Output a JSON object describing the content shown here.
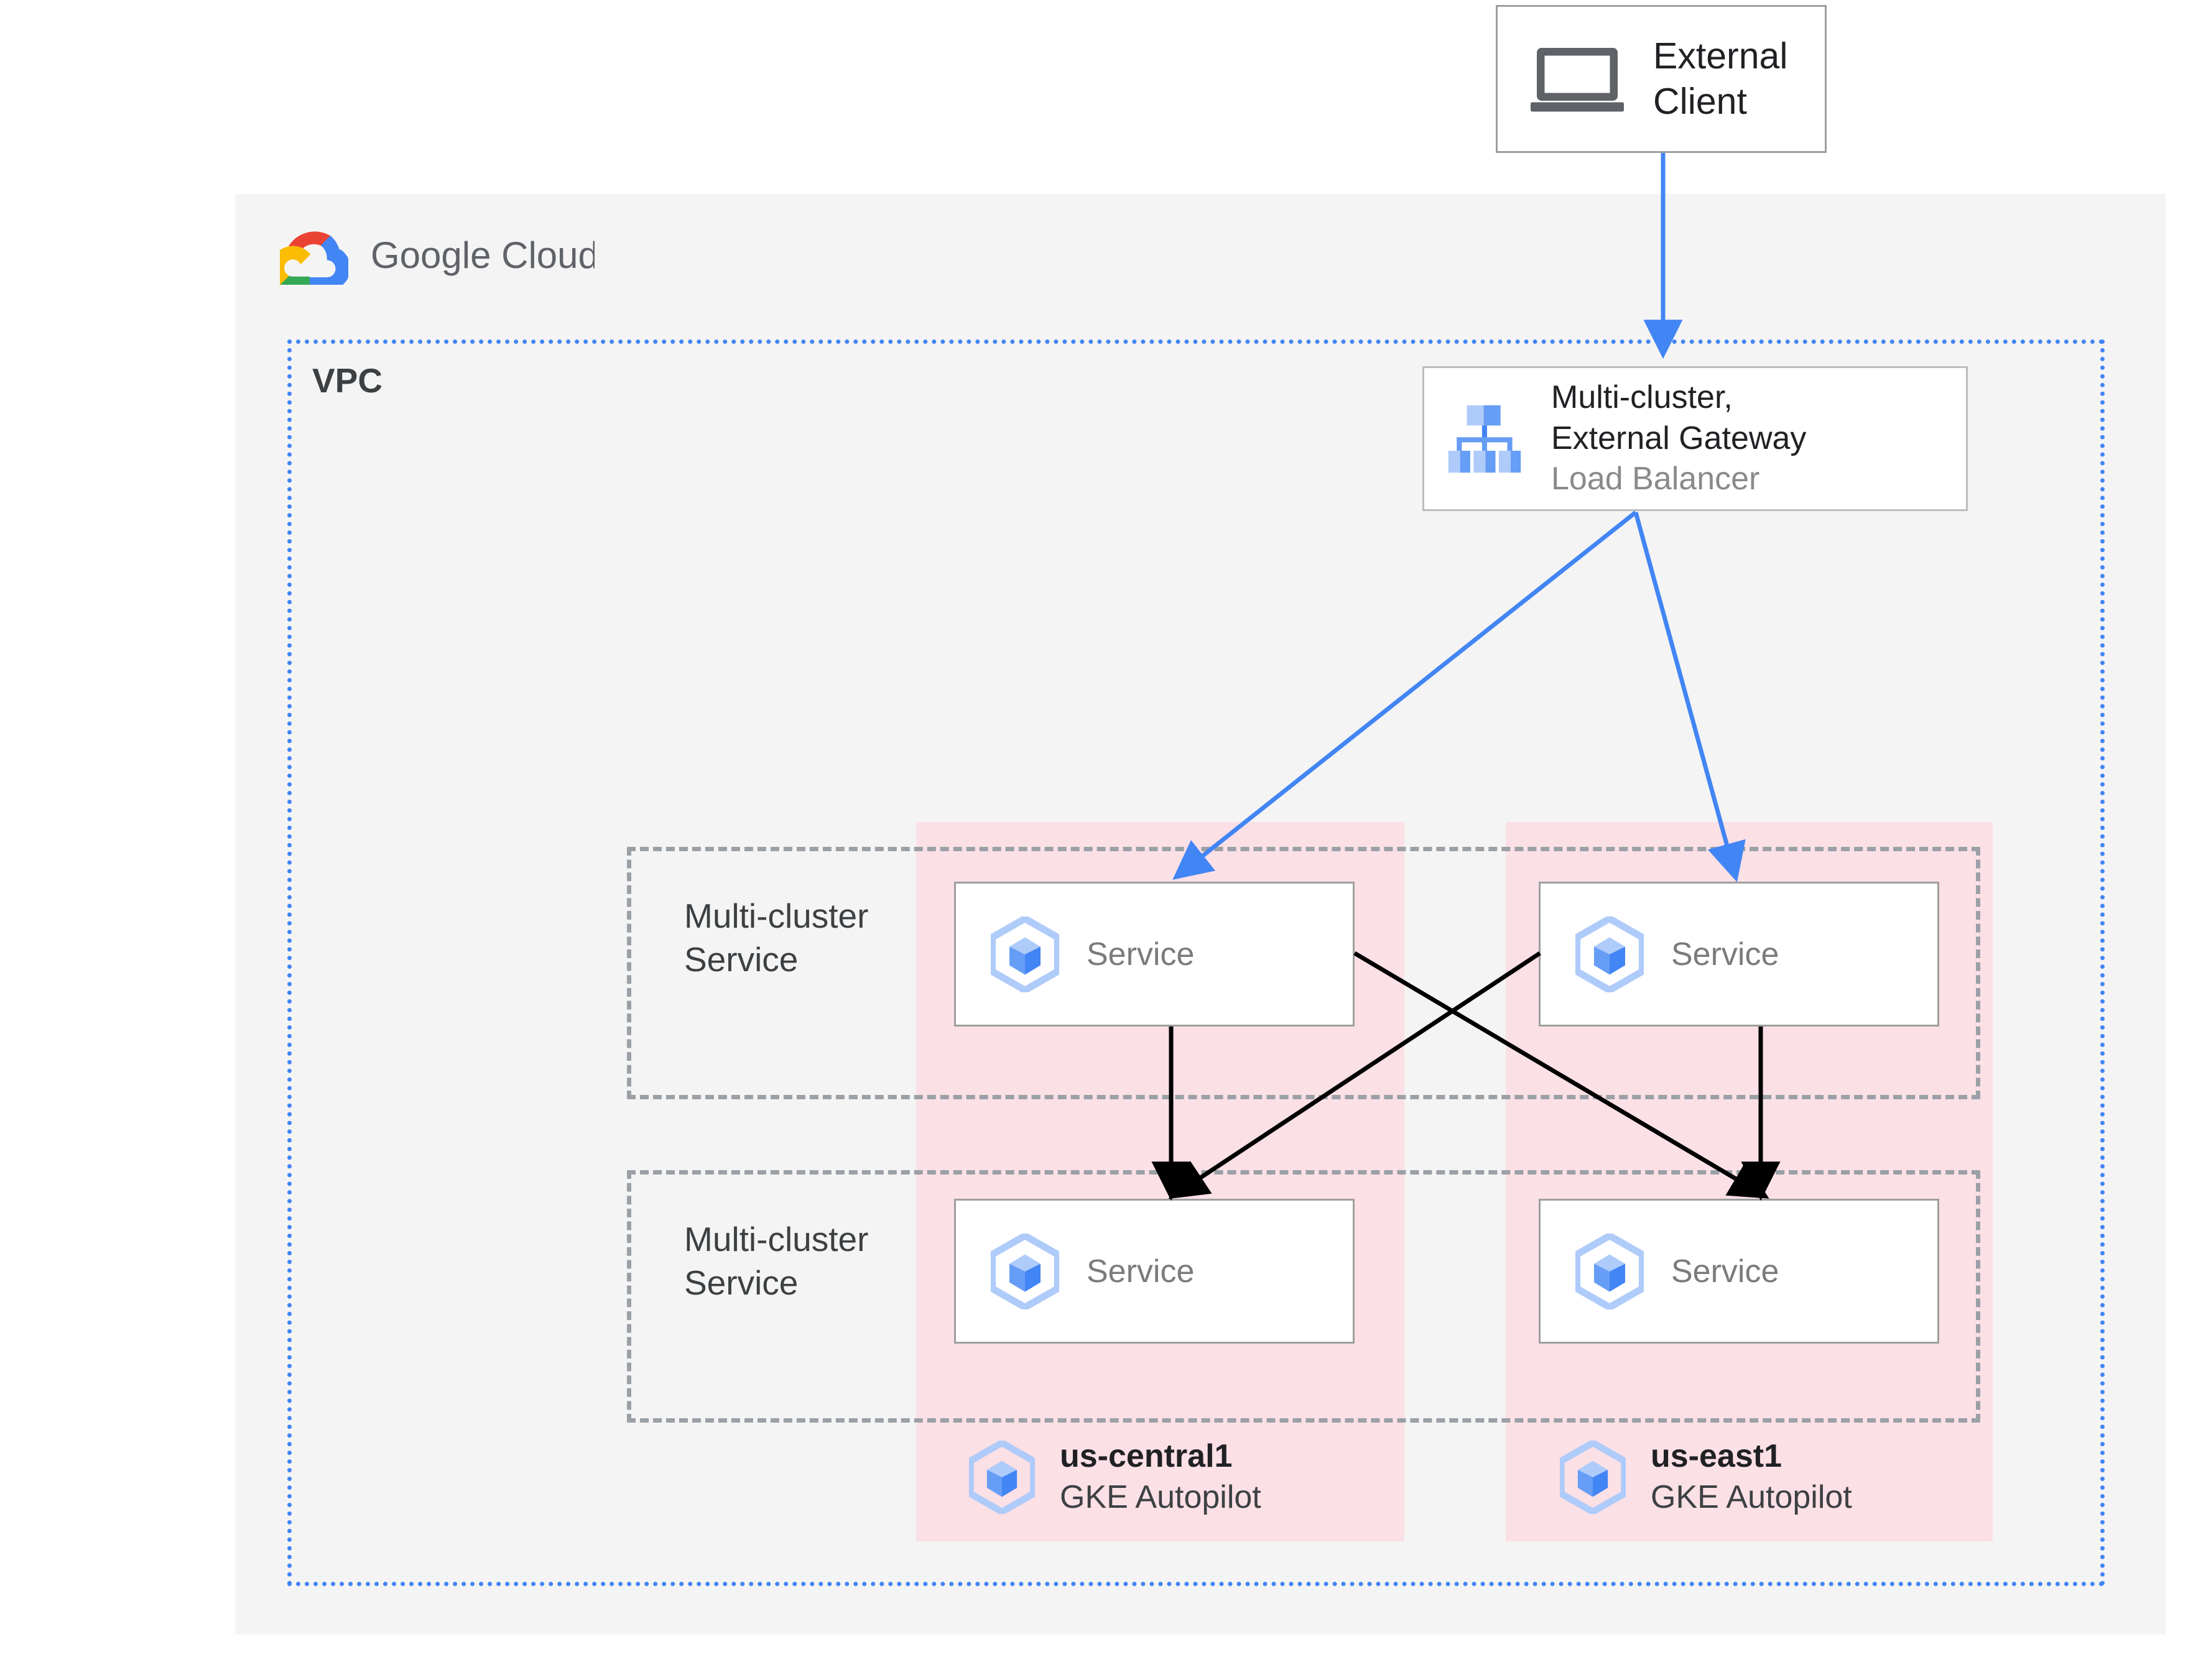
{
  "external_client": {
    "label": "External\nClient",
    "icon": "laptop-icon"
  },
  "platform": {
    "name": "Google Cloud",
    "logo_icon": "google-cloud-logo-icon"
  },
  "vpc": {
    "label": "VPC"
  },
  "load_balancer": {
    "title": "Multi-cluster,\nExternal Gateway",
    "subtitle": "Load Balancer",
    "icon": "load-balancer-icon"
  },
  "mcs_rows": [
    {
      "label": "Multi-cluster\nService"
    },
    {
      "label": "Multi-cluster\nService"
    }
  ],
  "services": [
    {
      "label": "Service",
      "icon": "gke-service-icon",
      "row": 1,
      "cluster": 1
    },
    {
      "label": "Service",
      "icon": "gke-service-icon",
      "row": 1,
      "cluster": 2
    },
    {
      "label": "Service",
      "icon": "gke-service-icon",
      "row": 2,
      "cluster": 1
    },
    {
      "label": "Service",
      "icon": "gke-service-icon",
      "row": 2,
      "cluster": 2
    }
  ],
  "clusters": [
    {
      "region": "us-central1",
      "product": "GKE Autopilot",
      "icon": "gke-cluster-icon"
    },
    {
      "region": "us-east1",
      "product": "GKE Autopilot",
      "icon": "gke-cluster-icon"
    }
  ],
  "colors": {
    "accent_blue": "#4285f4",
    "cluster_band_pink": "#fbe0e6",
    "canvas_gray": "#f4f4f4",
    "dashed_gray": "#9aa0a6",
    "text_dark": "#202124",
    "text_muted": "#7b7b7b",
    "google_red": "#ea4335",
    "google_yellow": "#fbbc04",
    "google_green": "#34a853",
    "google_blue": "#4285f4"
  }
}
